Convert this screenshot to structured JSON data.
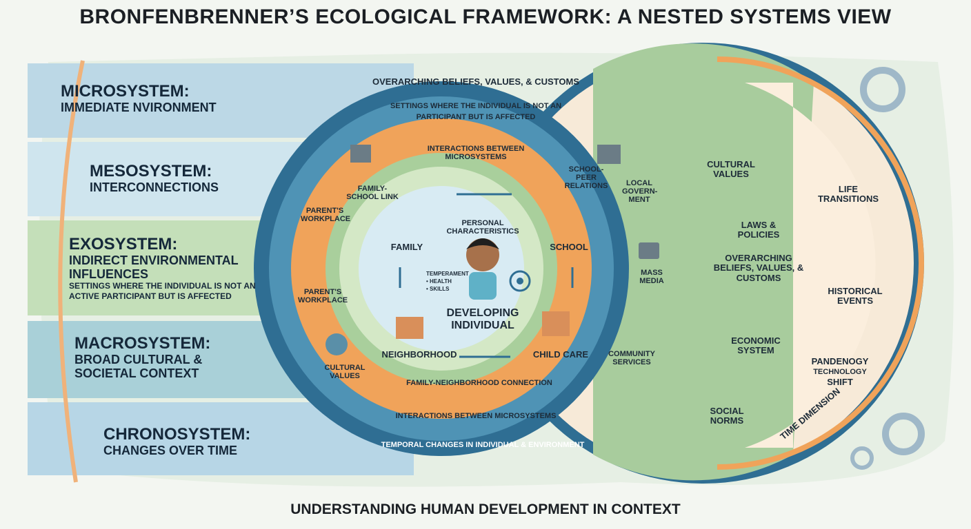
{
  "title": "BRONFENBRENNER’S ECOLOGICAL FRAMEWORK: A NESTED SYSTEMS VIEW",
  "footer": "UNDERSTANDING HUMAN DEVELOPMENT IN CONTEXT",
  "bands": {
    "micro": {
      "heading": "MICROSYSTEM:",
      "sub": "IMMEDIATE NVIRONMENT"
    },
    "meso": {
      "heading": "MESOSYSTEM:",
      "sub": "INTERCONNECTIONS"
    },
    "exo": {
      "heading": "EXOSYSTEM:",
      "sub": "INDIRECT ENVIRONMENTAL INFLUENCES",
      "detail": "SETTINGS WHERE THE INDIVIDUAL IS NOT AN ACTIVE PARTICIPANT BUT IS AFFECTED"
    },
    "macro": {
      "heading": "MACROSYSTEM:",
      "sub": "BROAD CULTURAL & SOCIETAL CONTEXT"
    },
    "chrono": {
      "heading": "CHRONOSYSTEM:",
      "sub": "CHANGES OVER TIME"
    }
  },
  "rings": {
    "macro_arc": "OVERARCHING BELIEFS, VALUES, & CUSTOMS",
    "exo_arc_1": "SETTINGS WHERE THE INDIVIDUAL IS NOT AN",
    "exo_arc_2": "PARTICIPANT BUT IS AFFECTED",
    "meso_arc": "INTERACTIONS BETWEEN MICROSYSTEMS",
    "meso_bottom": "INTERACTIONS BETWEEN MICROSYSTEMS",
    "chrono_bottom": "TEMPORAL CHANGES IN INDIVIDUAL & ENVIRONMENT",
    "family_school": "FAMILY-SCHOOL LINK",
    "school_peer": "SCHOOL-PEER RELATIONS",
    "family_neighborhood": "FAMILY-NEIGHBORHOOD CONNECTION",
    "personal": "PERSONAL CHARACTERISTICS"
  },
  "center": {
    "label": "DEVELOPING INDIVIDUAL",
    "traits": [
      "TEMPERAMENT",
      "• HEALTH",
      "• SKILLS"
    ]
  },
  "micro_items": {
    "family": "FAMILY",
    "school": "SCHOOL",
    "neighborhood": "NEIGHBORHOOD",
    "childcare": "CHILD CARE"
  },
  "exo_items": {
    "workplace1": "PARENT'S WORKPLACE",
    "workplace2": "PARENT'S WORKPLACE",
    "cultural": "CULTURAL VALUES",
    "government": "LOCAL GOVERN-MENT",
    "media": "MASS MEDIA",
    "community": "COMMUNITY SERVICES"
  },
  "macro_items": {
    "cultural": "CULTURAL VALUES",
    "laws": "LAWS & POLICIES",
    "beliefs": "OVERARCHING BELIEFS, VALUES, & CUSTOMS",
    "economic": "ECONOMIC SYSTEM",
    "social": "SOCIAL NORMS"
  },
  "chrono_items": {
    "life": "LIFE TRANSITIONS",
    "historical": "HISTORICAL EVENTS",
    "pandemic_1": "PANDENOGY",
    "pandemic_2": "TECHNOLOGY",
    "pandemic_3": "SHIFT",
    "time": "TIME DIMENSION"
  },
  "colors": {
    "blue_dark": "#2f6e93",
    "orange": "#f0a35a",
    "green": "#a9cf9c",
    "center": "#d8ebf3"
  }
}
